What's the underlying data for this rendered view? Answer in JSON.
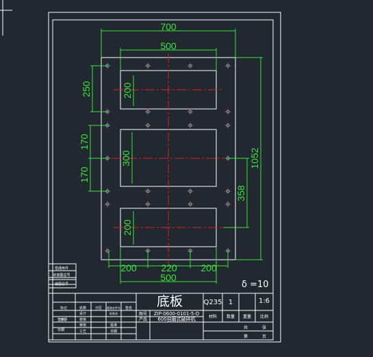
{
  "drawing": {
    "dimensions": {
      "top_width_700": "700",
      "top_width_500": "500",
      "left_250": "250",
      "left_170_a": "170",
      "left_170_b": "170",
      "right_1052": "1052",
      "right_358": "358",
      "inner_200_top": "200",
      "inner_300": "300",
      "inner_200_bottom": "200",
      "bottom_200_a": "200",
      "bottom_220": "220",
      "bottom_200_b": "200",
      "bottom_500": "500"
    },
    "thickness_note": "δ =10"
  },
  "title_block": {
    "part_name": "底板",
    "material": "Q235",
    "quantity": "1",
    "scale": "1:6",
    "drawing_number_label": "图号",
    "drawing_number": "ZIP-0600-0101-5-D",
    "product_label": "产品",
    "product_name": "600自磨式破碎机",
    "col_material": "材料",
    "col_quantity": "数量",
    "col_weight": "重量",
    "col_scale": "比例",
    "sheet_total": "共",
    "sheet_label": "张",
    "sheet_num_label": "第",
    "sheet_page": "页",
    "rows_left": [
      "标记",
      "处数",
      "分区",
      "更改文件号",
      "签名",
      "日期"
    ],
    "roles": [
      "设计",
      "校核",
      "审核",
      "工艺"
    ],
    "roles_right": [
      "标准化",
      "批准",
      "日期"
    ],
    "side_labels": [
      "借通用件",
      "旧底图总号",
      "底图总号",
      "签字",
      "日期"
    ]
  }
}
